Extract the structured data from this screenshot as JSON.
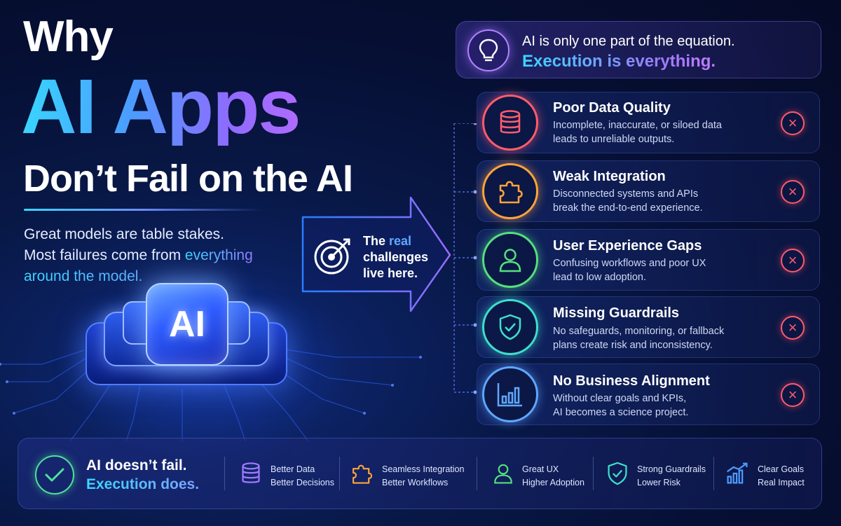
{
  "title": {
    "line1": "Why",
    "line2": "AI Apps",
    "line3": "Don’t Fail on the AI"
  },
  "subtext": {
    "line1": "Great models are table stakes.",
    "line2_pre": "Most failures come from ",
    "line2_hl": "everything",
    "line3_hl": "around the model."
  },
  "chip_label": "AI",
  "callout": {
    "line1_pre": "The ",
    "line1_hl": "real",
    "line2": "challenges",
    "line3": "live here."
  },
  "header": {
    "line1": "AI is only one part of the equation.",
    "line2": "Execution is everything."
  },
  "challenges": [
    {
      "title": "Poor Data Quality",
      "desc1": "Incomplete, inaccurate, or siloed data",
      "desc2": "leads to unreliable outputs.",
      "icon": "database-icon",
      "color": "#ff5d6c"
    },
    {
      "title": "Weak Integration",
      "desc1": "Disconnected systems and APIs",
      "desc2": "break the end-to-end experience.",
      "icon": "puzzle-icon",
      "color": "#ffa43a"
    },
    {
      "title": "User Experience Gaps",
      "desc1": "Confusing workflows and poor UX",
      "desc2": "lead to low adoption.",
      "icon": "user-icon",
      "color": "#56e07e"
    },
    {
      "title": "Missing Guardrails",
      "desc1": "No safeguards, monitoring, or fallback",
      "desc2": "plans create risk and inconsistency.",
      "icon": "shield-check-icon",
      "color": "#3fe0c9"
    },
    {
      "title": "No Business Alignment",
      "desc1": "Without clear goals and KPIs,",
      "desc2": "AI becomes a science project.",
      "icon": "bar-chart-icon",
      "color": "#5fa8ff"
    }
  ],
  "bottom": {
    "line1": "AI doesn’t fail.",
    "line2": "Execution does.",
    "items": [
      {
        "l1": "Better Data",
        "l2": "Better Decisions",
        "icon": "database-icon",
        "color": "#a07bff"
      },
      {
        "l1": "Seamless Integration",
        "l2": "Better Workflows",
        "icon": "puzzle-icon",
        "color": "#ffa43a"
      },
      {
        "l1": "Great UX",
        "l2": "Higher Adoption",
        "icon": "user-icon",
        "color": "#56e07e"
      },
      {
        "l1": "Strong Guardrails",
        "l2": "Lower Risk",
        "icon": "shield-check-icon",
        "color": "#3fe0c9"
      },
      {
        "l1": "Clear Goals",
        "l2": "Real Impact",
        "icon": "trend-chart-icon",
        "color": "#4c9bff"
      }
    ]
  }
}
